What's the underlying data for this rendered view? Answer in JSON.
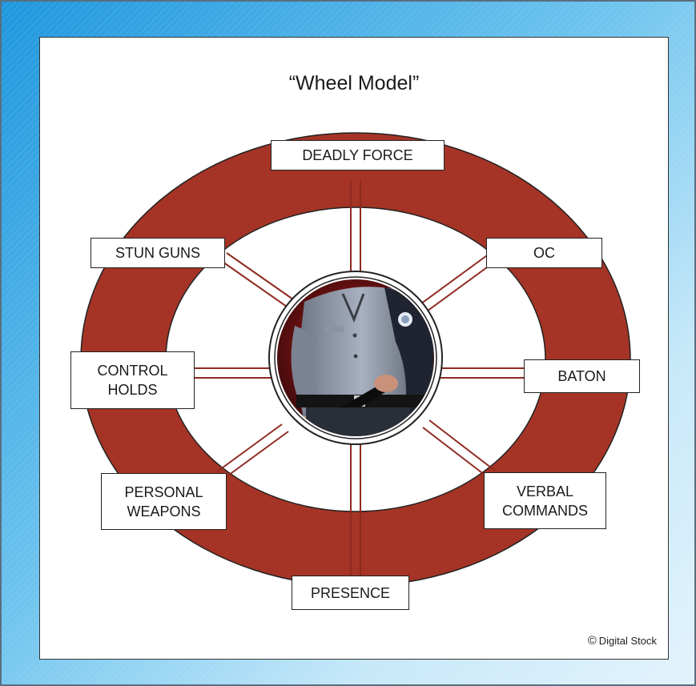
{
  "title": "“Wheel Model”",
  "labels": {
    "deadly_force": "DEADLY FORCE",
    "oc": "OC",
    "baton": "BATON",
    "verbal_commands": "VERBAL\nCOMMANDS",
    "presence": "PRESENCE",
    "personal_weapons": "PERSONAL\nWEAPONS",
    "control_holds": "CONTROL\nHOLDS",
    "stun_guns": "STUN GUNS"
  },
  "copyright": {
    "symbol": "©",
    "text": "Digital Stock"
  },
  "colors": {
    "ring": "#a53426",
    "spoke": "#8e2a20",
    "background_top": "#1f97de",
    "background_bottom": "#e3f3fd"
  }
}
